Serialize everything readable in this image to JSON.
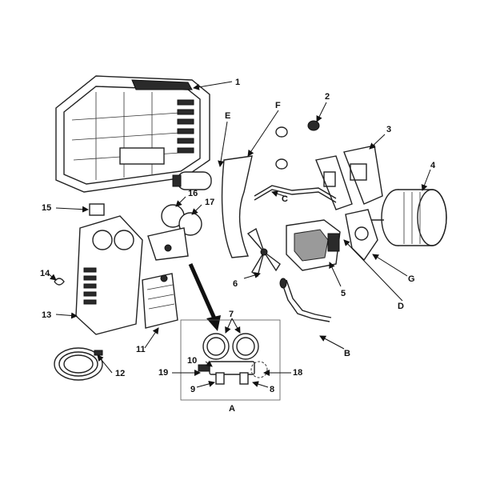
{
  "callouts": {
    "c1": "1",
    "c2": "2",
    "c3": "3",
    "c4": "4",
    "c5": "5",
    "c6": "6",
    "c7": "7",
    "c8": "8",
    "c9": "9",
    "c10": "10",
    "c11": "11",
    "c12": "12",
    "c13": "13",
    "c14": "14",
    "c15": "15",
    "c16": "16",
    "c17": "17",
    "c18": "18",
    "c19": "19",
    "cA": "A",
    "cB": "B",
    "cC": "C",
    "cD": "D",
    "cE": "E",
    "cF": "F",
    "cG": "G"
  }
}
